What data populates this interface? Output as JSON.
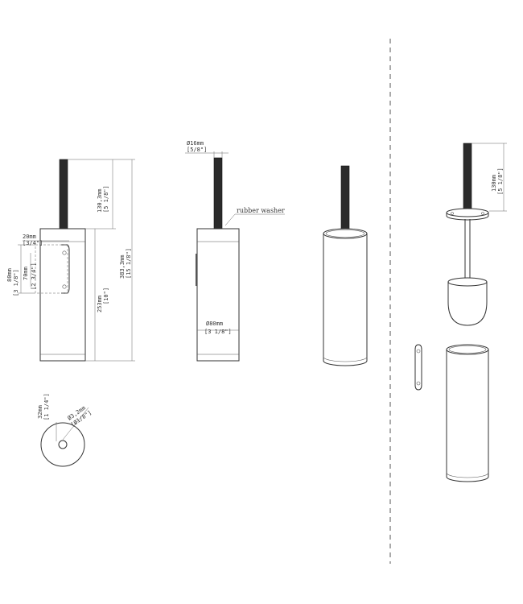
{
  "dims": {
    "rod_height": "130,3mm",
    "rod_height_in": "[5 1/8\"]",
    "total_height": "383,3mm",
    "total_height_in": "[15 1/8\"]",
    "body_height": "253mm",
    "body_height_in": "[10\"]",
    "bracket_width": "20mm",
    "bracket_width_in": "[3/4\"]",
    "bracket_h": "80mm",
    "bracket_h_in": "[3 1/8\"]",
    "hole_spacing": "70mm",
    "hole_spacing_in": "[2 3/4\"]",
    "rod_dia": "Ø16mm",
    "rod_dia_in": "[5/8\"]",
    "washer_label": "rubber washer",
    "body_dia": "Ø80mm",
    "body_dia_in": "[3 1/8\"]",
    "base_offset": "32mm",
    "base_offset_in": "[1 1/4\"]",
    "hole_dia": "Ø3,2mm",
    "hole_dia_in": "[Ø1/8\"]",
    "exploded_rod": "130mm",
    "exploded_rod_in": "[5 1/8\"]"
  }
}
